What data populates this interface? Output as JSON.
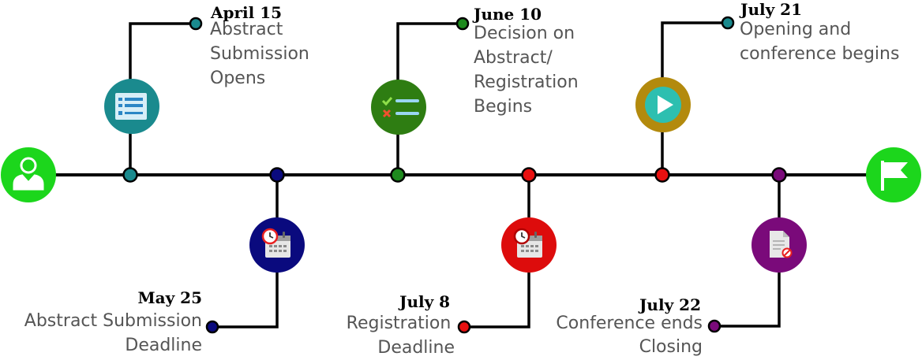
{
  "colors": {
    "line": "#000000",
    "start": "#1cd61c",
    "teal": "#1a8a8e",
    "navy": "#0a0a7e",
    "green": "#2e7d12",
    "red": "#dd0c0c",
    "gold": "#b38a0d",
    "purple": "#7a0a7a",
    "end": "#1cd61c"
  },
  "start_icon": "user-icon",
  "end_icon": "flag-icon",
  "milestones": [
    {
      "date": "April 15",
      "line1": "Abstract",
      "line2": "Submission",
      "line3": "Opens",
      "icon": "form-icon"
    },
    {
      "date": "May 25",
      "line1": "Abstract Submission",
      "line2": "Deadline",
      "icon": "calendar-clock-icon"
    },
    {
      "date": "June 10",
      "line1": "Decision on",
      "line2": "Abstract/",
      "line3": "Registration",
      "line4": "Begins",
      "icon": "checklist-icon"
    },
    {
      "date": "July 8",
      "line1": "Registration",
      "line2": "Deadline",
      "icon": "calendar-clock-icon"
    },
    {
      "date": "July 21",
      "line1": "Opening and",
      "line2": "conference begins",
      "icon": "play-icon"
    },
    {
      "date": "July 22",
      "line1": "Conference ends",
      "line2": "Closing",
      "icon": "document-cancel-icon"
    }
  ]
}
